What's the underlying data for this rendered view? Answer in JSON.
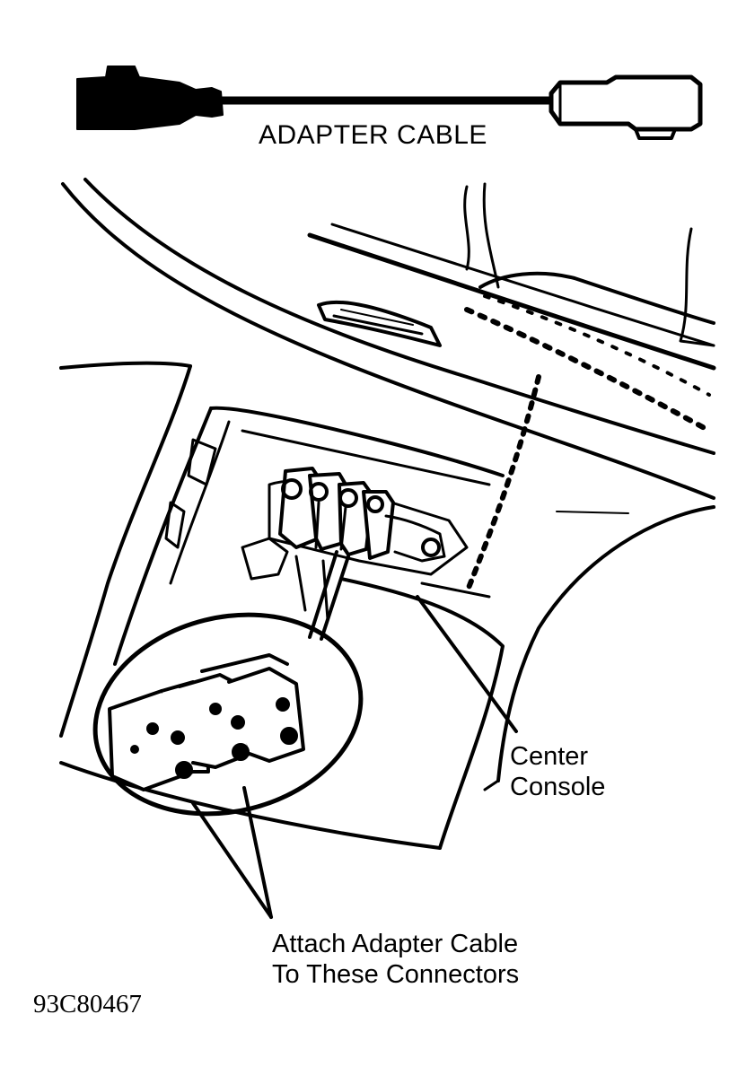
{
  "labels": {
    "adapter_cable": "ADAPTER CABLE",
    "center_console": "Center\nConsole",
    "attach_connectors": "Attach Adapter Cable\nTo These Connectors",
    "figure_id": "93C80467"
  },
  "colors": {
    "ink": "#000000",
    "paper": "#ffffff"
  }
}
